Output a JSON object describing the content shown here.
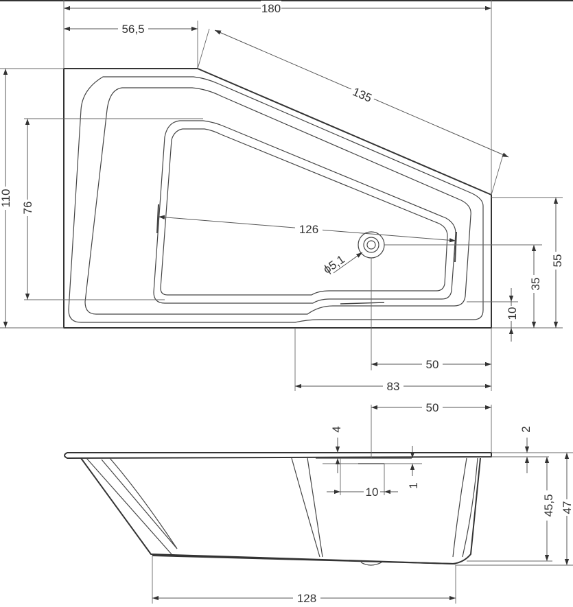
{
  "dimensions": {
    "overall_width": "180",
    "back_segment": "56,5",
    "angled_edge": "135",
    "overall_depth": "110",
    "inner_depth": "76",
    "inner_length": "126",
    "drain_diameter": "ϕ5,1",
    "right_side_height": "55",
    "drain_from_front": "35",
    "front_step": "10",
    "drain_from_right": "50",
    "front_segment": "83",
    "section_drain_from_right": "50",
    "rim_offset": "4",
    "rim_thickness": "2",
    "overflow_width": "10",
    "overflow_offset": "1",
    "inner_height": "45,5",
    "total_height": "47",
    "bottom_length": "128"
  }
}
